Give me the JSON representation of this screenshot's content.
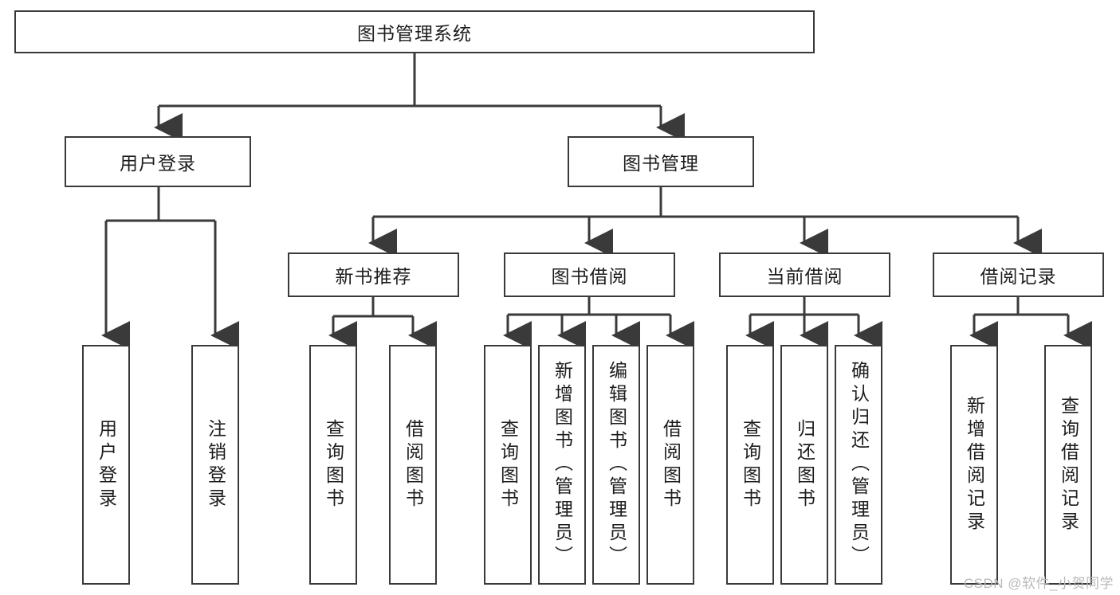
{
  "diagram": {
    "type": "tree-hierarchy",
    "title": "图书管理系统",
    "root": {
      "id": "root",
      "label": "图书管理系统",
      "orientation": "horizontal"
    },
    "level2": [
      {
        "id": "user-login",
        "label": "用户登录",
        "orientation": "horizontal"
      },
      {
        "id": "book-manage",
        "label": "图书管理",
        "orientation": "horizontal"
      }
    ],
    "level3": [
      {
        "id": "new-book-recommend",
        "label": "新书推荐",
        "orientation": "horizontal",
        "parent": "book-manage"
      },
      {
        "id": "book-borrow",
        "label": "图书借阅",
        "orientation": "horizontal",
        "parent": "book-manage"
      },
      {
        "id": "current-borrow",
        "label": "当前借阅",
        "orientation": "horizontal",
        "parent": "book-manage"
      },
      {
        "id": "borrow-record",
        "label": "借阅记录",
        "orientation": "horizontal",
        "parent": "book-manage"
      }
    ],
    "leaves": [
      {
        "id": "leaf-user-login",
        "label": "用户登录",
        "parent": "user-login"
      },
      {
        "id": "leaf-logout-login",
        "label": "注销登录",
        "parent": "user-login"
      },
      {
        "id": "leaf-query-book-1",
        "label": "查询图书",
        "parent": "new-book-recommend"
      },
      {
        "id": "leaf-borrow-book-1",
        "label": "借阅图书",
        "parent": "new-book-recommend"
      },
      {
        "id": "leaf-query-book-2",
        "label": "查询图书",
        "parent": "book-borrow"
      },
      {
        "id": "leaf-add-book",
        "label": "新增图书（管理员）",
        "parent": "book-borrow"
      },
      {
        "id": "leaf-edit-book",
        "label": "编辑图书（管理员）",
        "parent": "book-borrow"
      },
      {
        "id": "leaf-borrow-book-2",
        "label": "借阅图书",
        "parent": "book-borrow"
      },
      {
        "id": "leaf-query-book-3",
        "label": "查询图书",
        "parent": "current-borrow"
      },
      {
        "id": "leaf-return-book",
        "label": "归还图书",
        "parent": "current-borrow"
      },
      {
        "id": "leaf-confirm-return",
        "label": "确认归还（管理员）",
        "parent": "current-borrow"
      },
      {
        "id": "leaf-add-record",
        "label": "新增借阅记录",
        "parent": "borrow-record"
      },
      {
        "id": "leaf-query-record",
        "label": "查询借阅记录",
        "parent": "borrow-record"
      }
    ],
    "colors": {
      "stroke": "#3a3a3a",
      "background": "#ffffff",
      "text": "#1d1d1d",
      "watermark": "#b9b9b9"
    }
  },
  "watermark": {
    "text": "CSDN @软件_小贺同学"
  }
}
